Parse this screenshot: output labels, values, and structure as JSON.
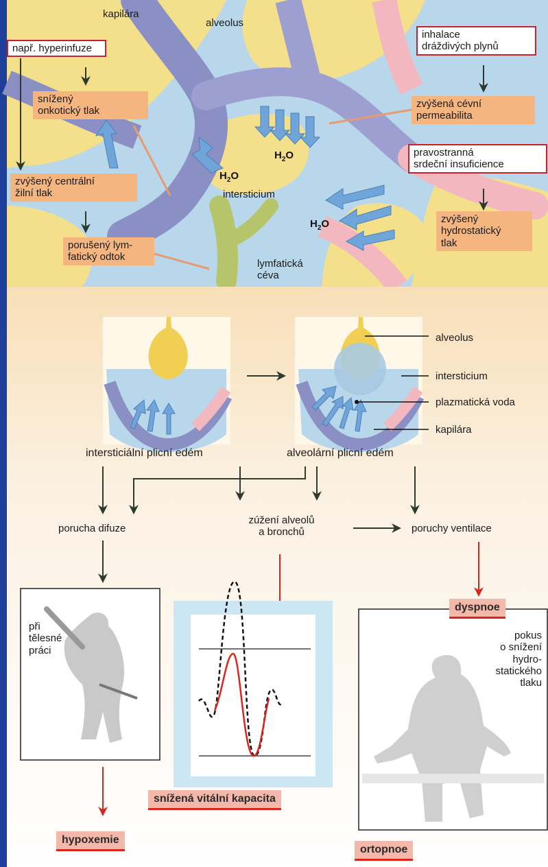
{
  "top": {
    "kapilara": "kapilára",
    "alveolus": "alveolus",
    "intersticium": "intersticium",
    "lymfaticka_ceva": "lymfatická\ncéva",
    "h2o": "H",
    "h2o_sub": "2",
    "h2o_o": "O",
    "box_hyperinfuze": "např. hyperinfuze",
    "box_inhalace": "inhalace\ndráždivých plynů",
    "box_pravostranna": "pravostranná\nsrdeční insuficience",
    "org_onkoticky": "snížený\nonkotický tlak",
    "org_centralni": "zvýšený centrální\nžilní tlak",
    "org_lymfaticky": "porušený lym-\nfatický odtok",
    "org_cevni": "zvýšená cévní\npermeabilita",
    "org_hydrostaticky": "zvýšený\nhydrostatický\ntlak"
  },
  "middle": {
    "label_alveolus": "alveolus",
    "label_intersticium": "intersticium",
    "label_plazmaticka": "plazmatická voda",
    "label_kapilara": "kapilára",
    "intersticialni": "intersticiální plicní edém",
    "alveolarni": "alveolární plicní edém",
    "porucha_difuze": "porucha difuze",
    "zuzeni": "zúžení alveolů\na bronchů",
    "poruchy_ventilace": "poruchy ventilace"
  },
  "bottom": {
    "pri_telesne": "při\ntělesné\npráci",
    "pokus": "pokus\no snížení\nhydro-\nstatického\ntlaku",
    "dyspnoe": "dyspnoe",
    "snizena_vk": "snížená vitální kapacita",
    "hypoxemie": "hypoxemie",
    "ortopnoe": "ortopnoe"
  },
  "colors": {
    "border_blue": "#1d3f9a",
    "box_orange": "#f5b57f",
    "box_red_border": "#c8212b",
    "result_bg": "#f3b8a9",
    "alveolus_yellow": "#f4e08a",
    "interstitium_blue": "#b9d7ea",
    "vessel_purple": "#8a8fc4",
    "arrow_red": "#d9261c",
    "arrow_dark": "#2f3a2f"
  }
}
